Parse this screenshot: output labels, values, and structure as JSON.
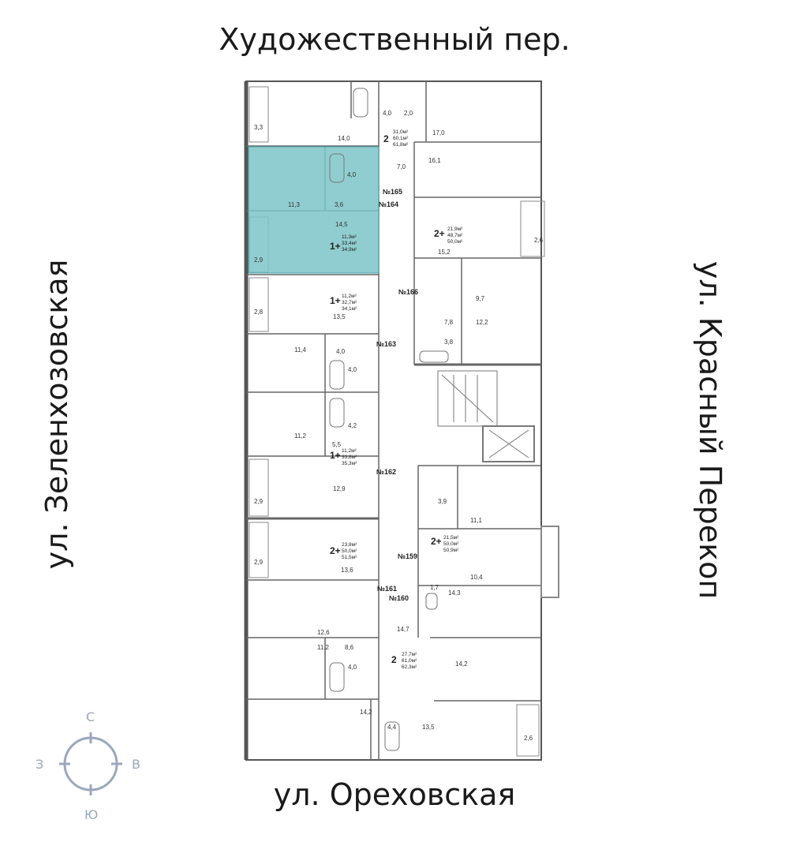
{
  "streets": {
    "top": "Художественный пер.",
    "bottom": "ул. Ореховская",
    "left": "ул. Зеленхозовская",
    "right": "ул. Красный Перекоп"
  },
  "compass": {
    "north": "С",
    "south": "Ю",
    "west": "З",
    "east": "В"
  },
  "colors": {
    "highlight": "#7cc4c8",
    "wall": "#555555",
    "compass": "#9aa7bd"
  },
  "apartments": [
    {
      "number": "№165",
      "type": "2",
      "areas": [
        "31,0м²",
        "60,1м²",
        "61,8м²"
      ]
    },
    {
      "number": "№164",
      "type": "1+",
      "areas": [
        "11,3м²",
        "33,4м²",
        "34,9м²"
      ],
      "selected": true
    },
    {
      "number": "№166",
      "type": "2+",
      "areas": [
        "21,9м²",
        "48,7м²",
        "50,0м²"
      ]
    },
    {
      "number": "№163",
      "type": "1+",
      "areas": [
        "11,2м²",
        "32,7м²",
        "34,1м²"
      ]
    },
    {
      "number": "№162",
      "type": "1+",
      "areas": [
        "11,2м²",
        "33,8м²",
        "35,3м²"
      ]
    },
    {
      "number": "№159",
      "type": "2+",
      "areas": [
        "21,5м²",
        "50,0м²",
        "50,9м²"
      ]
    },
    {
      "number": "№161",
      "type": "2+",
      "areas": [
        "23,8м²",
        "50,0м²",
        "51,5м²"
      ]
    },
    {
      "number": "№160",
      "type": "2",
      "areas": [
        "27,7м²",
        "61,0м²",
        "62,3м²"
      ]
    }
  ],
  "room_areas": [
    "3,3",
    "4,0",
    "2,0",
    "17,0",
    "14,0",
    "16,1",
    "7,0",
    "4,0",
    "11,3",
    "3,6",
    "14,5",
    "2,9",
    "2,6",
    "15,2",
    "9,7",
    "7,8",
    "12,2",
    "3,8",
    "2,8",
    "13,5",
    "11,4",
    "4,0",
    "4,0",
    "4,2",
    "11,2",
    "5,5",
    "12,9",
    "3,9",
    "11,1",
    "2,9",
    "2,9",
    "13,6",
    "1,7",
    "14,3",
    "10,4",
    "14,7",
    "12,6",
    "11,2",
    "8,6",
    "4,0",
    "14,2",
    "14,2",
    "4,4",
    "13,5",
    "2,6"
  ]
}
